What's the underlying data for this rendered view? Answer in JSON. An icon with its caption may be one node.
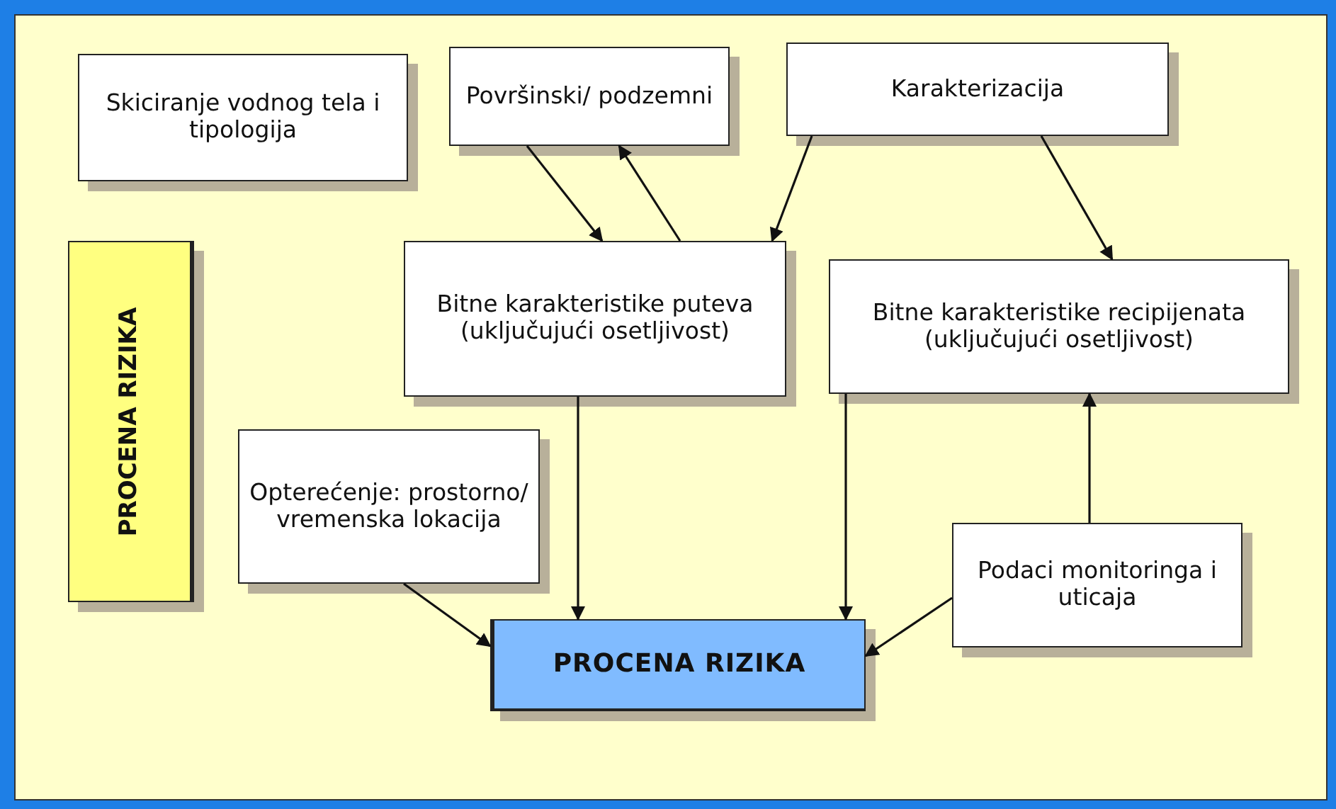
{
  "diagram": {
    "nodes": [
      {
        "text": [
          "Skiciranje vodnog tela i tipologija"
        ]
      },
      {
        "text": [
          "Površinski/ podzemni"
        ]
      },
      {
        "text": [
          "Karakterizacija"
        ]
      },
      {
        "text": [
          "PROCENA RIZIKA"
        ]
      },
      {
        "text": [
          "Bitne karakteristike puteva (uključujući osetljivost)"
        ]
      },
      {
        "text": [
          "Bitne karakteristike recipijenata (uključujući osetljivost)"
        ]
      },
      {
        "text": [
          "Opterećenje: prostorno/ vremenska lokacija"
        ]
      },
      {
        "text": [
          "Podaci monitoringa i uticaja"
        ]
      },
      {
        "text": [
          "PROCENA RIZIKA"
        ]
      }
    ],
    "edges": [
      {
        "from": 1,
        "to": 4,
        "arrow": "to"
      },
      {
        "from": 4,
        "to": 1,
        "arrow": "to"
      },
      {
        "from": 2,
        "to": 4,
        "arrow": "to"
      },
      {
        "from": 2,
        "to": 5,
        "arrow": "to"
      },
      {
        "from": 4,
        "to": 8,
        "arrow": "to"
      },
      {
        "from": 5,
        "to": 8,
        "arrow": "to"
      },
      {
        "from": 6,
        "to": 8,
        "arrow": "to"
      },
      {
        "from": 7,
        "to": 8,
        "arrow": "to"
      },
      {
        "from": 7,
        "to": 5,
        "arrow": "to"
      }
    ]
  }
}
